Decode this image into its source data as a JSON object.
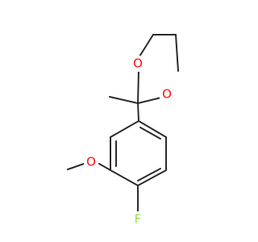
{
  "molecule": {
    "atoms": [
      {
        "id": "O1",
        "symbol": "O",
        "color": "#ff0d0d"
      },
      {
        "id": "O2",
        "symbol": "O",
        "color": "#ff0d0d"
      },
      {
        "id": "O3",
        "symbol": "O",
        "color": "#ff0d0d"
      },
      {
        "id": "F1",
        "symbol": "F",
        "color": "#90e050"
      }
    ],
    "bond_color": "#2b2b2b"
  }
}
